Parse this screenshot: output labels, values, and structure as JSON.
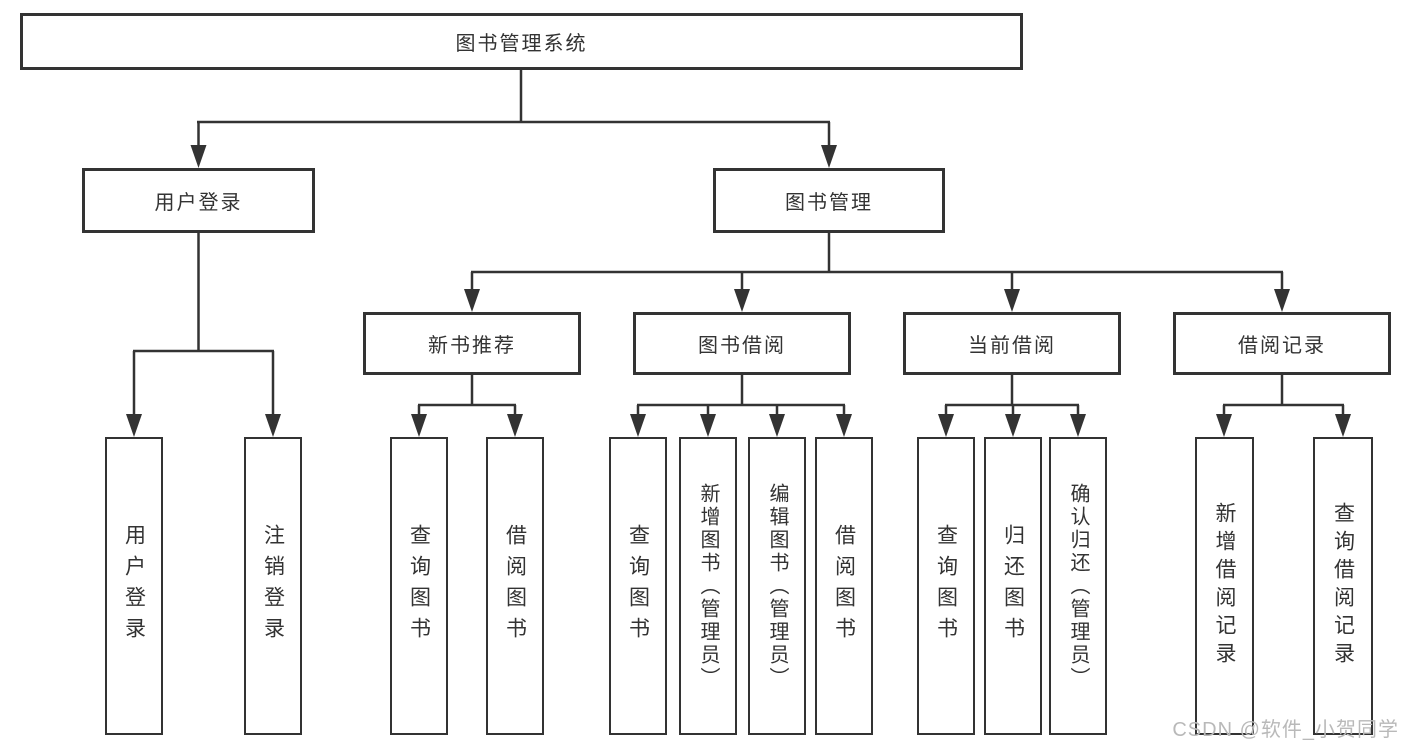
{
  "diagram": {
    "tree": {
      "root": {
        "label": "图书管理系统"
      },
      "branches": [
        {
          "label": "用户登录",
          "children": [
            {
              "label": "用户登录"
            },
            {
              "label": "注销登录"
            }
          ]
        },
        {
          "label": "图书管理",
          "groups": [
            {
              "label": "新书推荐",
              "children": [
                {
                  "label": "查询图书"
                },
                {
                  "label": "借阅图书"
                }
              ]
            },
            {
              "label": "图书借阅",
              "children": [
                {
                  "label": "查询图书"
                },
                {
                  "label": "新增图书（管理员）"
                },
                {
                  "label": "编辑图书（管理员）"
                },
                {
                  "label": "借阅图书"
                }
              ]
            },
            {
              "label": "当前借阅",
              "children": [
                {
                  "label": "查询图书"
                },
                {
                  "label": "归还图书"
                },
                {
                  "label": "确认归还（管理员）"
                }
              ]
            },
            {
              "label": "借阅记录",
              "children": [
                {
                  "label": "新增借阅记录"
                },
                {
                  "label": "查询借阅记录"
                }
              ]
            }
          ]
        }
      ]
    }
  },
  "watermark": {
    "text": "CSDN @软件_小贺同学"
  },
  "colors": {
    "line": "#333333",
    "box_border": "#333333",
    "text": "#333333",
    "background": "#ffffff",
    "watermark": "#b9b9b9"
  }
}
